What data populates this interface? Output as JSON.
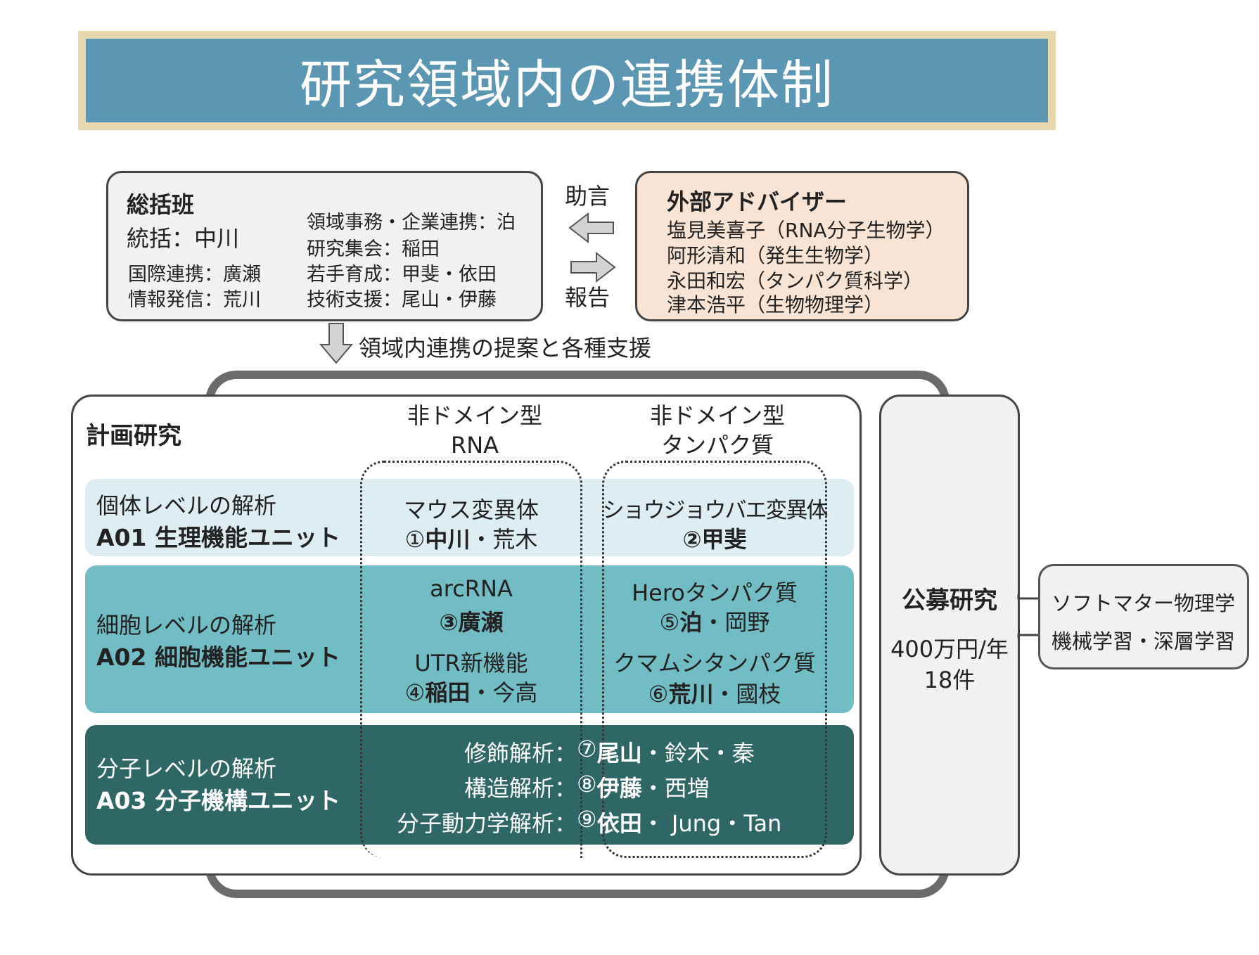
{
  "title": "研究領域内の連携体制",
  "sokatsu": {
    "heading": "総括班",
    "leader": "統括：中川",
    "left_items": [
      "国際連携：廣瀬",
      "情報発信：荒川"
    ],
    "right_items": [
      "領域事務・企業連携：泊",
      "研究集会：稲田",
      "若手育成：甲斐・依田",
      "技術支援：尾山・伊藤"
    ]
  },
  "exchange": {
    "advice": "助言",
    "report": "報告"
  },
  "advisor": {
    "heading": "外部アドバイザー",
    "members": [
      "塩見美喜子（RNA分子生物学）",
      "阿形清和（発生生物学）",
      "永田和宏（タンパク質科学）",
      "津本浩平（生物物理学）"
    ]
  },
  "support_arrow_label": "領域内連携の提案と各種支援",
  "keikaku": {
    "heading": "計画研究",
    "col_rna": [
      "非ドメイン型",
      "RNA"
    ],
    "col_protein": [
      "非ドメイン型",
      "タンパク質"
    ]
  },
  "units": {
    "a01": {
      "level": "個体レベルの解析",
      "name": "A01 生理機能ユニット",
      "rna_title": "マウス変異体",
      "rna_num": "①",
      "rna_lead": "中川",
      "rna_rest": "・荒木",
      "protein_title": "ショウジョウバエ変異体",
      "protein_num": "②",
      "protein_lead": "甲斐"
    },
    "a02": {
      "level": "細胞レベルの解析",
      "name": "A02 細胞機能ユニット",
      "rna1_title": "arcRNA",
      "rna1_num": "③",
      "rna1_lead": "廣瀬",
      "rna2_title": "UTR新機能",
      "rna2_num": "④",
      "rna2_lead": "稲田",
      "rna2_rest": "・今高",
      "protein1_title": "Heroタンパク質",
      "protein1_num": "⑤",
      "protein1_lead": "泊",
      "protein1_rest": "・岡野",
      "protein2_title": "クマムシタンパク質",
      "protein2_num": "⑥",
      "protein2_lead": "荒川",
      "protein2_rest": "・國枝"
    },
    "a03": {
      "level": "分子レベルの解析",
      "name": "A03 分子機構ユニット",
      "rows": [
        {
          "label": "修飾解析：",
          "num": "⑦",
          "lead": "尾山",
          "rest": "・鈴木・秦"
        },
        {
          "label": "構造解析：",
          "num": "⑧",
          "lead": "伊藤",
          "rest": "・西増"
        },
        {
          "label": "分子動力学解析：",
          "num": "⑨",
          "lead": "依田",
          "rest": "・ Jung・Tan"
        }
      ]
    }
  },
  "kobo": {
    "heading": "公募研究",
    "budget": "400万円/年",
    "count": "18件"
  },
  "softmatter": {
    "items": [
      "ソフトマター物理学",
      "機械学習・深層学習"
    ]
  },
  "colors": {
    "banner_bg": "#5b96b2",
    "banner_border": "#e7d7ac",
    "a01": "#deedf2",
    "a02": "#72bcc3",
    "a03": "#2e6765",
    "advisor_bg": "#f8e4d4"
  }
}
